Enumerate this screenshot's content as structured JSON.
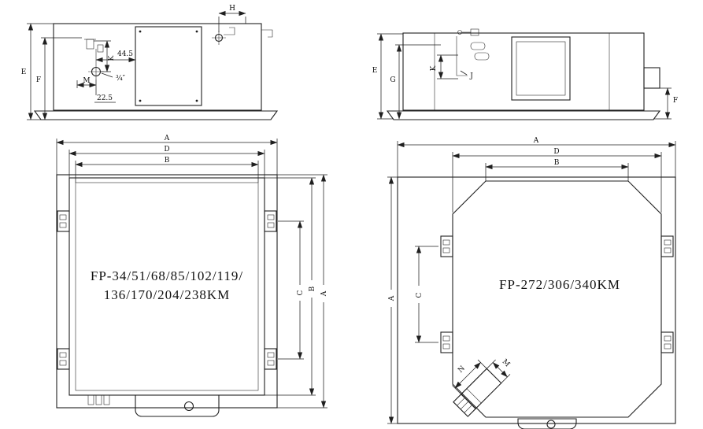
{
  "drawing": {
    "background": "#ffffff",
    "line_color": "#1f1f1f",
    "views": {
      "side_small": {
        "description": "side elevation of small cassette units",
        "dims": {
          "E": "E",
          "F": "F",
          "M": "M",
          "K": "K",
          "H": "H",
          "dim_44_5": "44.5",
          "pipe_size": "¾″",
          "dim_22_5": "22.5"
        }
      },
      "side_large": {
        "description": "side elevation of large cassette units",
        "dims": {
          "E": "E",
          "G": "G",
          "K": "K",
          "J": "J",
          "F": "F"
        }
      },
      "plan_small": {
        "model_line1": "FP-34/51/68/85/102/119/",
        "model_line2": "136/170/204/238KM",
        "dims": {
          "A": "A",
          "D": "D",
          "B": "B",
          "C": "C"
        }
      },
      "plan_large": {
        "model": "FP-272/306/340KM",
        "dims": {
          "A": "A",
          "D": "D",
          "B": "B",
          "C": "C",
          "N": "N",
          "M": "M"
        }
      }
    }
  }
}
